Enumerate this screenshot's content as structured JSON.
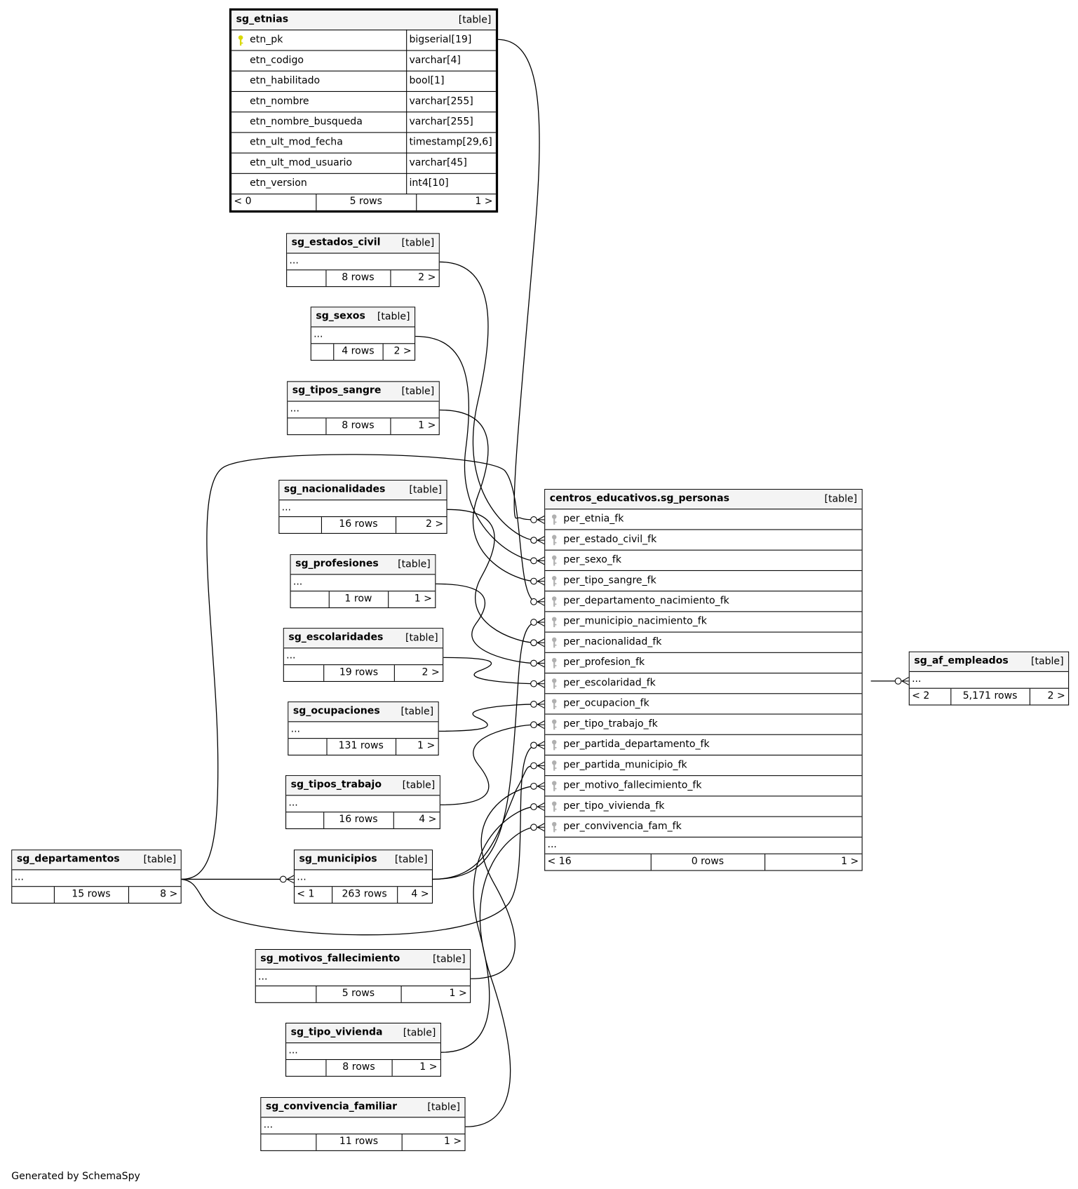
{
  "footer_text": "Generated by SchemaSpy",
  "colors": {
    "pk_key": "#d8d800",
    "fk_key": "#b0b0b0",
    "header_bg": "#f4f4f4"
  },
  "tables": [
    {
      "id": "sg_etnias",
      "name": "sg_etnias",
      "type": "[table]",
      "columns": [
        {
          "name": "etn_pk",
          "type": "bigserial[19]",
          "key": "pk"
        },
        {
          "name": "etn_codigo",
          "type": "varchar[4]"
        },
        {
          "name": "etn_habilitado",
          "type": "bool[1]"
        },
        {
          "name": "etn_nombre",
          "type": "varchar[255]"
        },
        {
          "name": "etn_nombre_busqueda",
          "type": "varchar[255]"
        },
        {
          "name": "etn_ult_mod_fecha",
          "type": "timestamp[29,6]"
        },
        {
          "name": "etn_ult_mod_usuario",
          "type": "varchar[45]"
        },
        {
          "name": "etn_version",
          "type": "int4[10]"
        }
      ],
      "footer": {
        "left": "< 0",
        "rows": "5 rows",
        "right": "1 >"
      }
    },
    {
      "id": "sg_estados_civil",
      "name": "sg_estados_civil",
      "type": "[table]",
      "ellipsis": "...",
      "footer": {
        "left": "",
        "rows": "8 rows",
        "right": "2 >"
      }
    },
    {
      "id": "sg_sexos",
      "name": "sg_sexos",
      "type": "[table]",
      "ellipsis": "...",
      "footer": {
        "left": "",
        "rows": "4 rows",
        "right": "2 >"
      }
    },
    {
      "id": "sg_tipos_sangre",
      "name": "sg_tipos_sangre",
      "type": "[table]",
      "ellipsis": "...",
      "footer": {
        "left": "",
        "rows": "8 rows",
        "right": "1 >"
      }
    },
    {
      "id": "sg_nacionalidades",
      "name": "sg_nacionalidades",
      "type": "[table]",
      "ellipsis": "...",
      "footer": {
        "left": "",
        "rows": "16 rows",
        "right": "2 >"
      }
    },
    {
      "id": "sg_profesiones",
      "name": "sg_profesiones",
      "type": "[table]",
      "ellipsis": "...",
      "footer": {
        "left": "",
        "rows": "1 row",
        "right": "1 >"
      }
    },
    {
      "id": "sg_escolaridades",
      "name": "sg_escolaridades",
      "type": "[table]",
      "ellipsis": "...",
      "footer": {
        "left": "",
        "rows": "19 rows",
        "right": "2 >"
      }
    },
    {
      "id": "sg_ocupaciones",
      "name": "sg_ocupaciones",
      "type": "[table]",
      "ellipsis": "...",
      "footer": {
        "left": "",
        "rows": "131 rows",
        "right": "1 >"
      }
    },
    {
      "id": "sg_tipos_trabajo",
      "name": "sg_tipos_trabajo",
      "type": "[table]",
      "ellipsis": "...",
      "footer": {
        "left": "",
        "rows": "16 rows",
        "right": "4 >"
      }
    },
    {
      "id": "sg_municipios",
      "name": "sg_municipios",
      "type": "[table]",
      "ellipsis": "...",
      "footer": {
        "left": "< 1",
        "rows": "263 rows",
        "right": "4 >"
      }
    },
    {
      "id": "sg_departamentos",
      "name": "sg_departamentos",
      "type": "[table]",
      "ellipsis": "...",
      "footer": {
        "left": "",
        "rows": "15 rows",
        "right": "8 >"
      }
    },
    {
      "id": "sg_motivos_fallecimiento",
      "name": "sg_motivos_fallecimiento",
      "type": "[table]",
      "ellipsis": "...",
      "footer": {
        "left": "",
        "rows": "5 rows",
        "right": "1 >"
      }
    },
    {
      "id": "sg_tipo_vivienda",
      "name": "sg_tipo_vivienda",
      "type": "[table]",
      "ellipsis": "...",
      "footer": {
        "left": "",
        "rows": "8 rows",
        "right": "1 >"
      }
    },
    {
      "id": "sg_convivencia_familiar",
      "name": "sg_convivencia_familiar",
      "type": "[table]",
      "ellipsis": "...",
      "footer": {
        "left": "",
        "rows": "11 rows",
        "right": "1 >"
      }
    },
    {
      "id": "sg_personas",
      "name": "centros_educativos.sg_personas",
      "type": "[table]",
      "columns": [
        {
          "name": "per_etnia_fk",
          "key": "fk"
        },
        {
          "name": "per_estado_civil_fk",
          "key": "fk"
        },
        {
          "name": "per_sexo_fk",
          "key": "fk"
        },
        {
          "name": "per_tipo_sangre_fk",
          "key": "fk"
        },
        {
          "name": "per_departamento_nacimiento_fk",
          "key": "fk"
        },
        {
          "name": "per_municipio_nacimiento_fk",
          "key": "fk"
        },
        {
          "name": "per_nacionalidad_fk",
          "key": "fk"
        },
        {
          "name": "per_profesion_fk",
          "key": "fk"
        },
        {
          "name": "per_escolaridad_fk",
          "key": "fk"
        },
        {
          "name": "per_ocupacion_fk",
          "key": "fk"
        },
        {
          "name": "per_tipo_trabajo_fk",
          "key": "fk"
        },
        {
          "name": "per_partida_departamento_fk",
          "key": "fk"
        },
        {
          "name": "per_partida_municipio_fk",
          "key": "fk"
        },
        {
          "name": "per_motivo_fallecimiento_fk",
          "key": "fk"
        },
        {
          "name": "per_tipo_vivienda_fk",
          "key": "fk"
        },
        {
          "name": "per_convivencia_fam_fk",
          "key": "fk"
        }
      ],
      "ellipsis": "...",
      "footer": {
        "left": "< 16",
        "rows": "0 rows",
        "right": "1 >"
      }
    },
    {
      "id": "sg_af_empleados",
      "name": "sg_af_empleados",
      "type": "[table]",
      "ellipsis": "...",
      "footer": {
        "left": "< 2",
        "rows": "5,171 rows",
        "right": "2 >"
      }
    }
  ]
}
